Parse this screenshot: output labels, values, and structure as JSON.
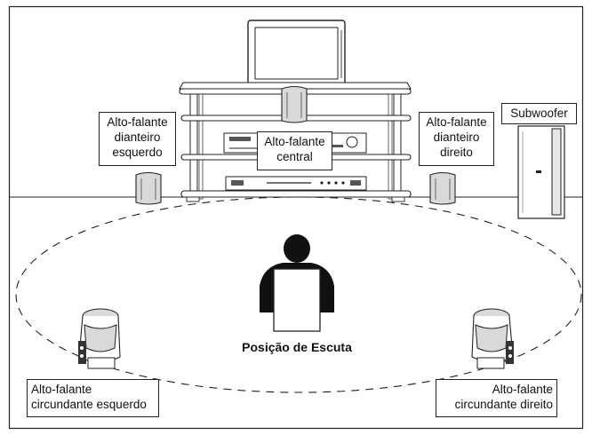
{
  "labels": {
    "front_left": [
      "Alto-falante",
      "dianteiro",
      "esquerdo"
    ],
    "center": [
      "Alto-falante",
      "central"
    ],
    "front_right": [
      "Alto-falante",
      "dianteiro",
      "direito"
    ],
    "subwoofer": [
      "Subwoofer"
    ],
    "surround_left": [
      "Alto-falante",
      "circundante esquerdo"
    ],
    "surround_right": [
      "Alto-falante",
      "circundante direito"
    ],
    "listening_position": "Posição de Escuta"
  },
  "icons": [
    "tv-icon",
    "av-rack-icon",
    "speaker-icon",
    "subwoofer-icon",
    "listener-icon",
    "surround-speaker-icon"
  ]
}
